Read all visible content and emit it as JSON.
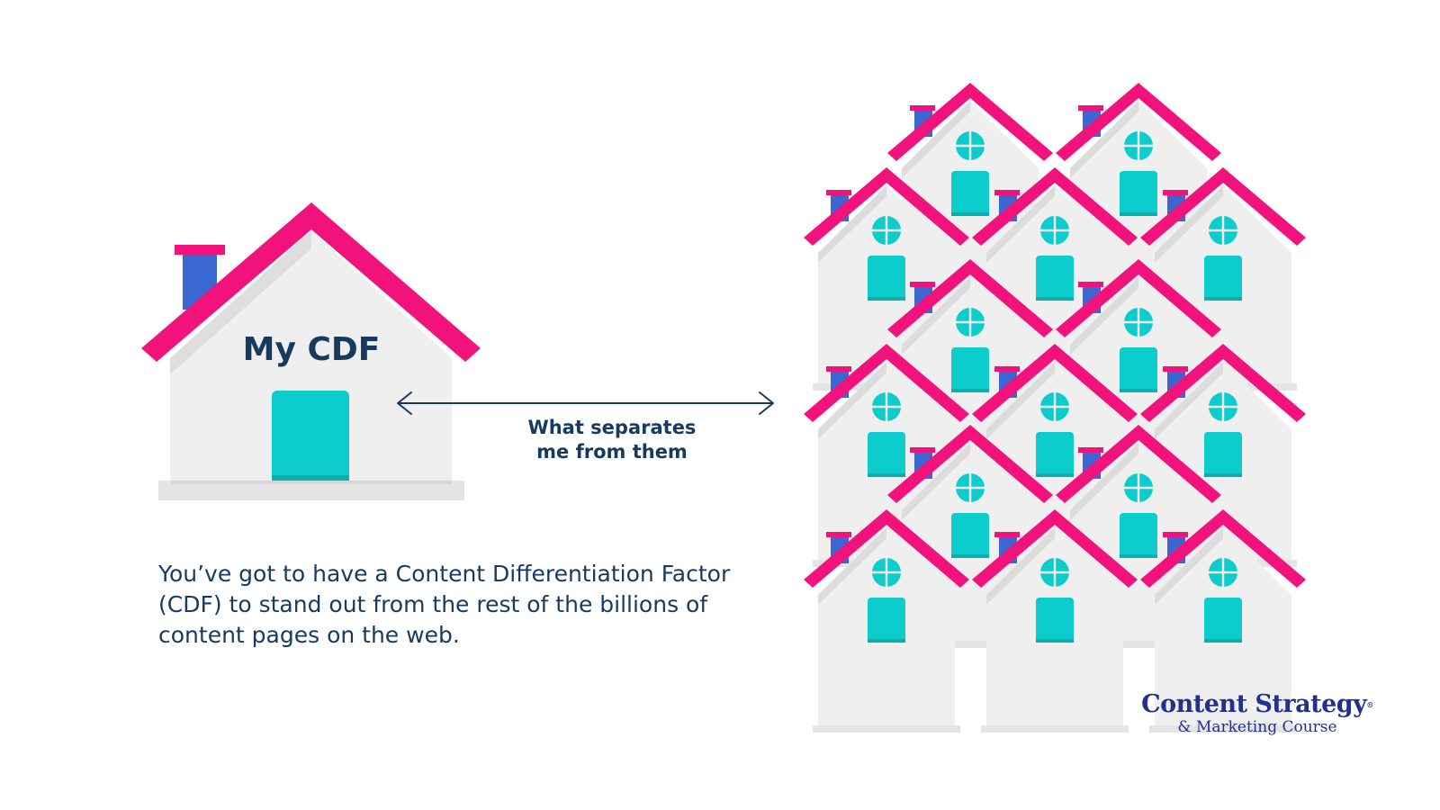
{
  "featured_house": {
    "label": "My CDF"
  },
  "arrow": {
    "caption_lines": [
      "What separates",
      "me from them"
    ]
  },
  "description": {
    "lines": [
      "You’ve got to have a Content Differentiation Factor",
      "(CDF) to stand out from the rest of the billions of",
      "content pages on the web."
    ]
  },
  "logo": {
    "main": "Content Strategy",
    "registered": "®",
    "sub": "& Marketing Course"
  },
  "colors": {
    "roof": "#f2127c",
    "wall": "#efefef",
    "wall_shadow": "#dcdcdc",
    "chimney": "#3a67d1",
    "chimney_cap": "#f2127c",
    "door": "#0ccccc",
    "door_dark": "#09b0b0",
    "base": "#e4e4e4",
    "text": "#173b5e",
    "logo": "#24308f"
  }
}
